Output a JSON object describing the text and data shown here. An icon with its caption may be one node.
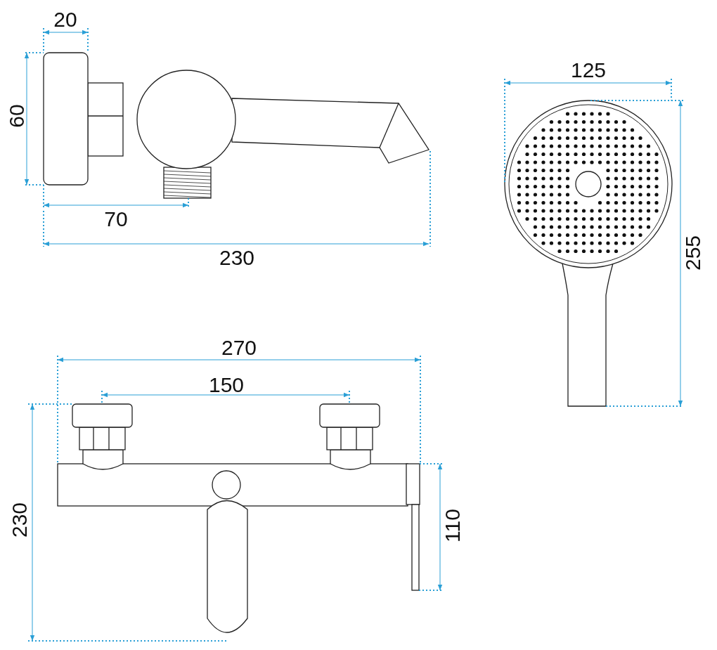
{
  "diagram": {
    "labels": [
      "20",
      "125",
      "60",
      "70",
      "255",
      "230",
      "270",
      "150",
      "230",
      "110"
    ]
  }
}
